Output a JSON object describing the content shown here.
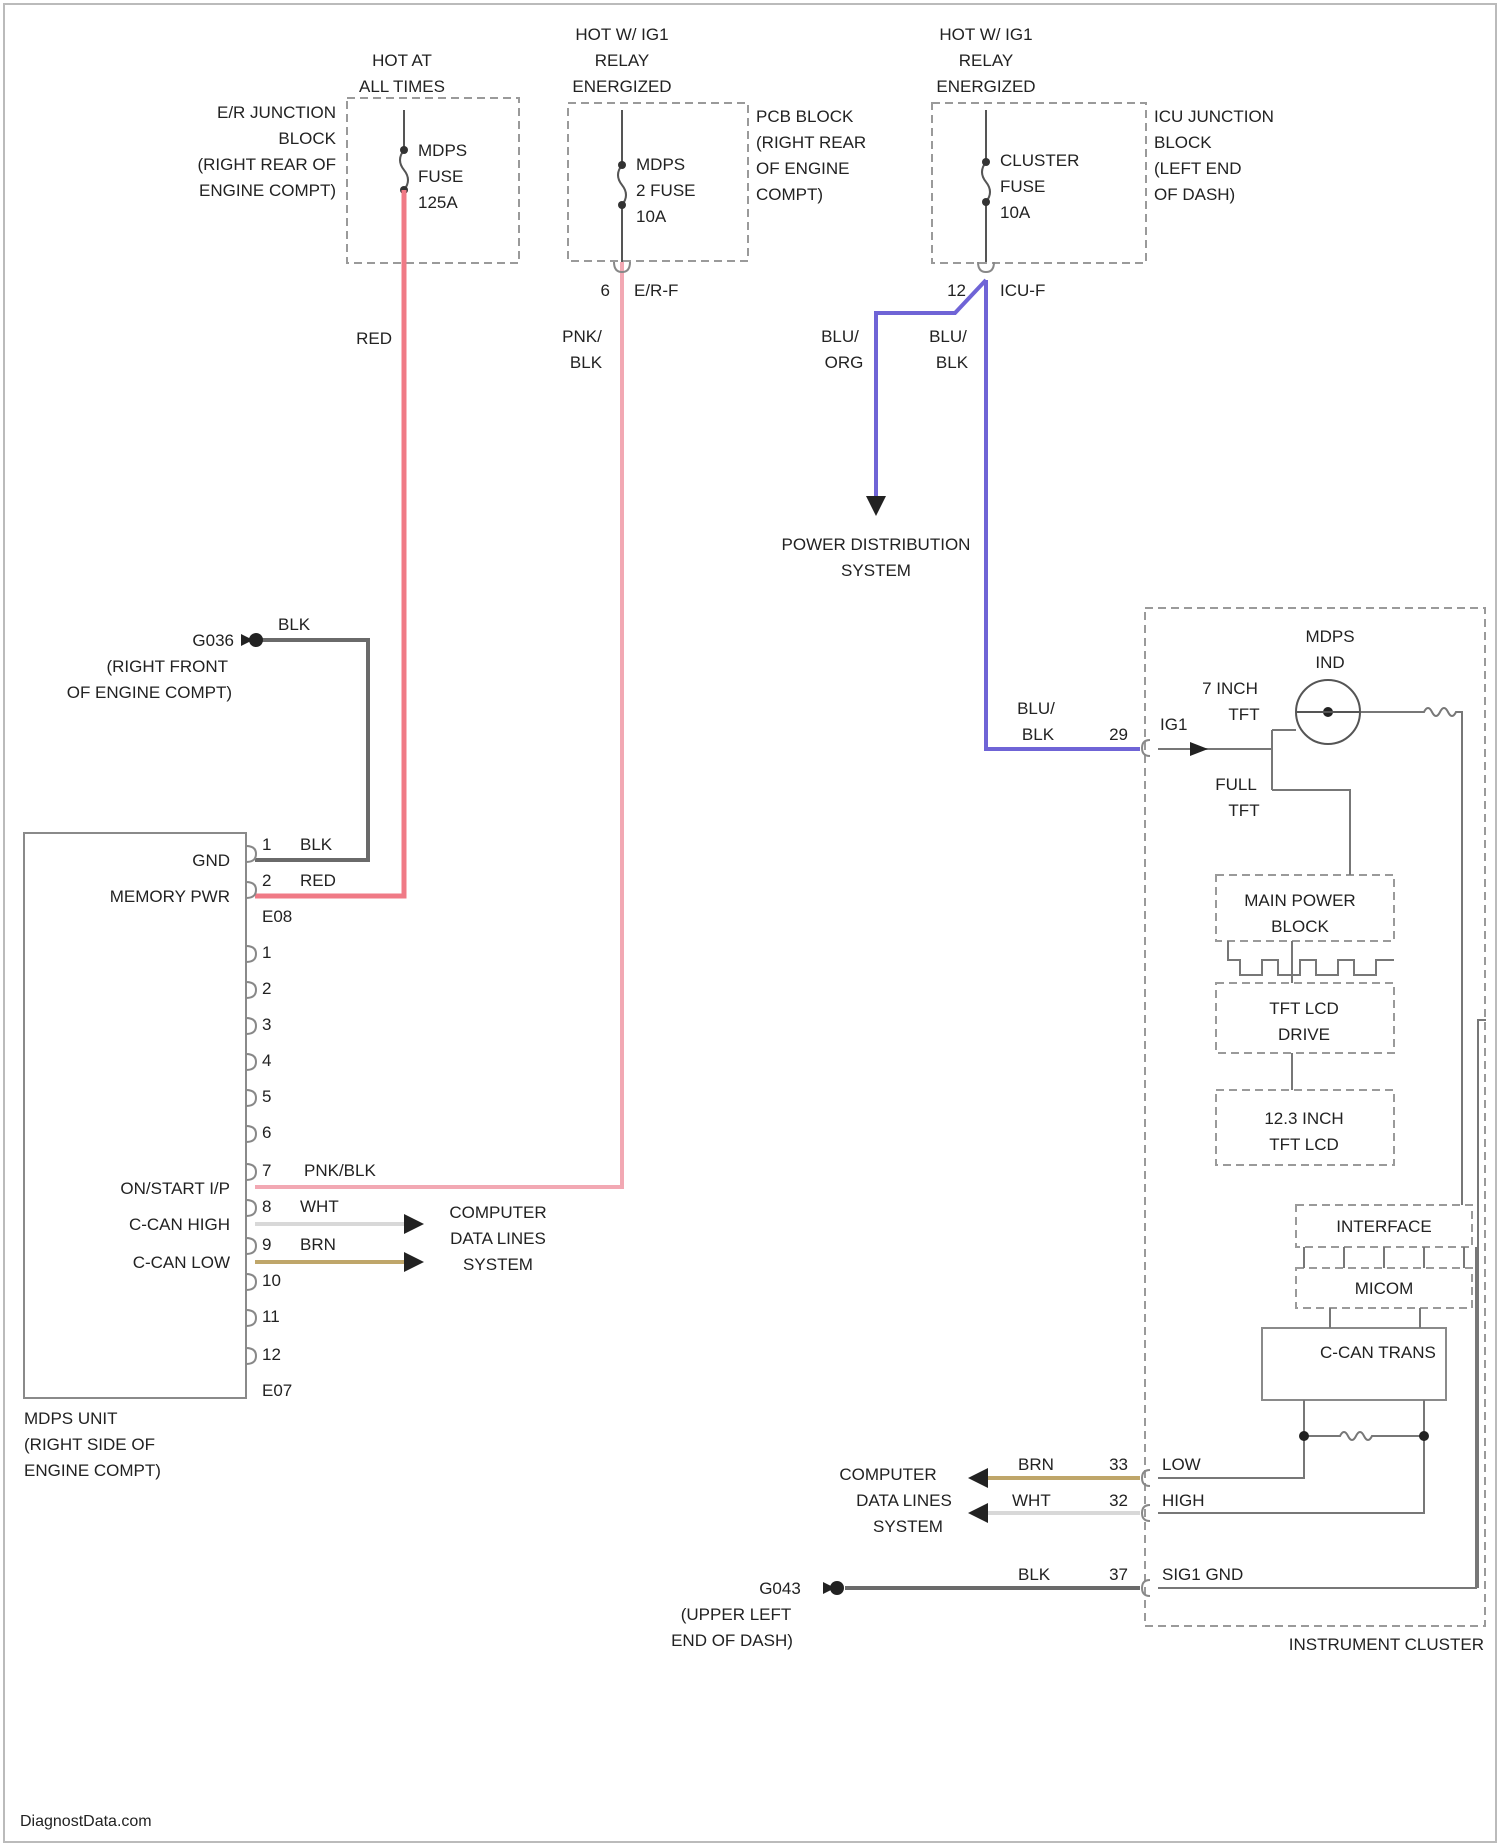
{
  "colors": {
    "red_wire": "#f07a86",
    "pink_wire": "#f2a8b3",
    "blue_wire": "#6f64d6",
    "black_wire": "#6a6a6a",
    "white_wire": "#d8d8d8",
    "brown_wire": "#bfa66a",
    "dashed_box": "#999999",
    "text": "#222222"
  },
  "fuses": {
    "main": {
      "header": [
        "HOT AT",
        "ALL TIMES"
      ],
      "location": [
        "E/R JUNCTION",
        "BLOCK",
        "(RIGHT REAR OF",
        "ENGINE COMPT)"
      ],
      "fuse": [
        "MDPS",
        "FUSE",
        "125A"
      ]
    },
    "mdps2": {
      "header": [
        "HOT W/ IG1",
        "RELAY",
        "ENERGIZED"
      ],
      "location": [
        "PCB BLOCK",
        "(RIGHT REAR",
        "OF ENGINE",
        "COMPT)"
      ],
      "fuse": [
        "MDPS",
        "2 FUSE",
        "10A"
      ],
      "pin": "6",
      "connector": "E/R-F"
    },
    "cluster": {
      "header": [
        "HOT W/ IG1",
        "RELAY",
        "ENERGIZED"
      ],
      "location": [
        "ICU JUNCTION",
        "BLOCK",
        "(LEFT END",
        "OF DASH)"
      ],
      "fuse": [
        "CLUSTER",
        "FUSE",
        "10A"
      ],
      "pin": "12",
      "connector": "ICU-F"
    }
  },
  "wires": {
    "red": "RED",
    "pnk_blk": [
      "PNK/",
      "BLK"
    ],
    "blu_org": [
      "BLU/",
      "ORG"
    ],
    "blu_blk": [
      "BLU/",
      "BLK"
    ],
    "blk": "BLK",
    "pnk_blk_inline": "PNK/BLK",
    "wht": "WHT",
    "brn": "BRN"
  },
  "power_dist": [
    "POWER DISTRIBUTION",
    "SYSTEM"
  ],
  "ground_g036": [
    "G036",
    "(RIGHT FRONT",
    "OF ENGINE COMPT)"
  ],
  "mdps_unit": {
    "name": [
      "MDPS UNIT",
      "(RIGHT SIDE OF",
      "ENGINE COMPT)"
    ],
    "labels": {
      "gnd": "GND",
      "memory_pwr": "MEMORY PWR",
      "on_start": "ON/START I/P",
      "ccan_high": "C-CAN HIGH",
      "ccan_low": "C-CAN LOW"
    },
    "connector_e08": "E08",
    "connector_e07": "E07",
    "pins": [
      "1",
      "2",
      "1",
      "2",
      "3",
      "4",
      "5",
      "6",
      "7",
      "8",
      "9",
      "10",
      "11",
      "12"
    ]
  },
  "computer_data_lines": [
    "COMPUTER",
    "DATA LINES",
    "SYSTEM"
  ],
  "instrument_cluster": {
    "title": "INSTRUMENT CLUSTER",
    "mdps_ind": [
      "MDPS",
      "IND"
    ],
    "seven_inch": [
      "7 INCH",
      "TFT"
    ],
    "full_tft": [
      "FULL",
      "TFT"
    ],
    "main_power": [
      "MAIN POWER",
      "BLOCK"
    ],
    "tft_lcd_drive": [
      "TFT LCD",
      "DRIVE"
    ],
    "lcd_12": [
      "12.3 INCH",
      "TFT LCD"
    ],
    "interface": "INTERFACE",
    "micom": "MICOM",
    "ccan_trans": "C-CAN TRANS",
    "ig1": {
      "pin": "29",
      "label": "IG1"
    },
    "low": {
      "pin": "33",
      "label": "LOW"
    },
    "high": {
      "pin": "32",
      "label": "HIGH"
    },
    "gnd": {
      "pin": "37",
      "label": "SIG1 GND"
    }
  },
  "ground_dash": [
    "G043",
    "(UPPER LEFT",
    "END OF DASH)"
  ],
  "watermark": "DiagnostData.com"
}
